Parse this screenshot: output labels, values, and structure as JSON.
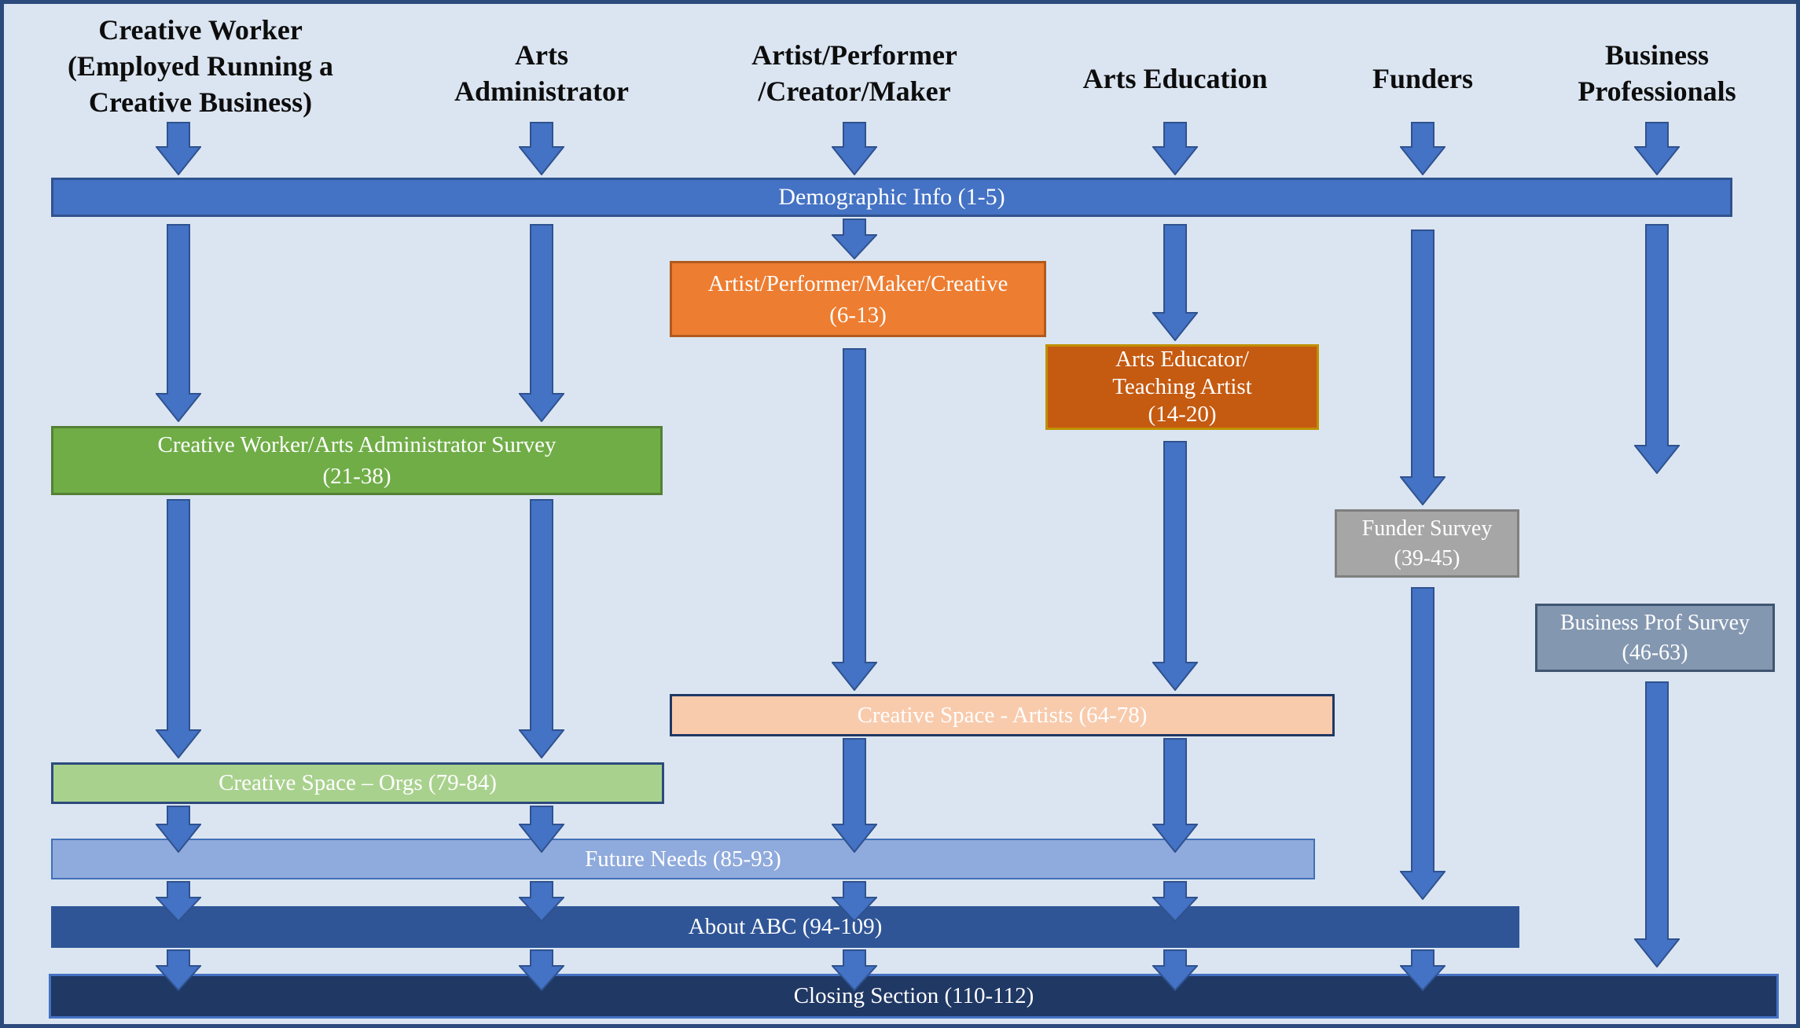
{
  "diagram": {
    "columns": [
      {
        "id": "creative-worker",
        "lines": [
          "Creative Worker",
          "(Employed Running a",
          "Creative Business)"
        ]
      },
      {
        "id": "arts-administrator",
        "lines": [
          "Arts",
          "Administrator"
        ]
      },
      {
        "id": "artist-performer",
        "lines": [
          "Artist/Performer",
          "/Creator/Maker"
        ]
      },
      {
        "id": "arts-education",
        "lines": [
          "Arts Education"
        ]
      },
      {
        "id": "funders",
        "lines": [
          "Funders"
        ]
      },
      {
        "id": "business-professionals",
        "lines": [
          "Business",
          "Professionals"
        ]
      }
    ],
    "nodes": {
      "demographic": {
        "label": "Demographic Info (1-5)"
      },
      "artist_maker": {
        "lines": [
          "Artist/Performer/Maker/Creative",
          "(6-13)"
        ]
      },
      "arts_educator": {
        "lines": [
          "Arts Educator/",
          "Teaching Artist",
          "(14-20)"
        ]
      },
      "cw_admin_survey": {
        "lines": [
          "Creative Worker/Arts Administrator Survey",
          "(21-38)"
        ]
      },
      "funder_survey": {
        "lines": [
          "Funder Survey",
          "(39-45)"
        ]
      },
      "business_survey": {
        "lines": [
          "Business Prof Survey",
          "(46-63)"
        ]
      },
      "cs_artists": {
        "label": "Creative Space - Artists (64-78)"
      },
      "cs_orgs": {
        "label": "Creative Space – Orgs (79-84)"
      },
      "future_needs": {
        "label": "Future Needs (85-93)"
      },
      "about_abc": {
        "label": "About ABC (94-109)"
      },
      "closing": {
        "label": "Closing Section (110-112)"
      }
    },
    "colors": {
      "background": "#dbe5f1",
      "frame_border": "#2c4a7c",
      "arrow_fill": "#4472C4",
      "arrow_border": "#2F528F",
      "demographic_fill": "#4472C4",
      "artist_maker_fill": "#ED7D31",
      "arts_educator_fill": "#C55A11",
      "arts_educator_border": "#BF9000",
      "cw_admin_survey_fill": "#70AD47",
      "funder_survey_fill": "#A6A6A6",
      "business_survey_fill": "#8497B0",
      "cs_artists_fill": "#F8CBAD",
      "cs_orgs_fill": "#A9D18E",
      "future_needs_fill": "#8FAADC",
      "about_abc_fill": "#2F5597",
      "closing_fill": "#203864"
    }
  }
}
